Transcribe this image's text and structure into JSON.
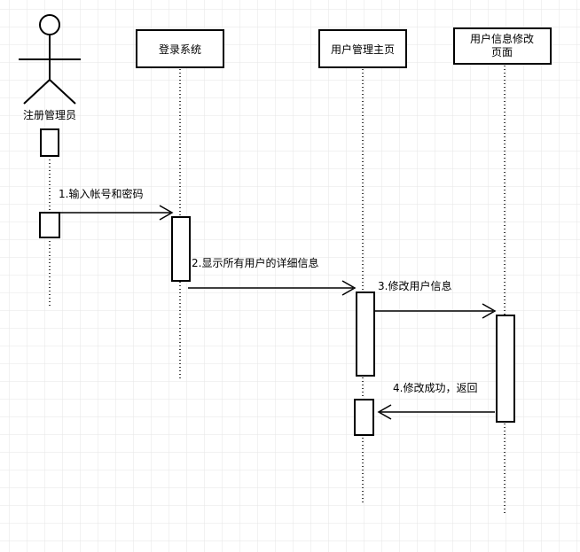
{
  "actor": {
    "label": "注册管理员"
  },
  "lifelines": [
    {
      "label": "登录系统"
    },
    {
      "label": "用户管理主页"
    },
    {
      "label_line1": "用户信息修改",
      "label_line2": "页面"
    }
  ],
  "messages": [
    {
      "label": "1.输入帐号和密码"
    },
    {
      "label": "2.显示所有用户的详细信息"
    },
    {
      "label": "3.修改用户信息"
    },
    {
      "label": "4.修改成功，返回"
    }
  ],
  "colors": {
    "grid": "#e8e8e8",
    "line": "#000000",
    "background": "#ffffff"
  }
}
